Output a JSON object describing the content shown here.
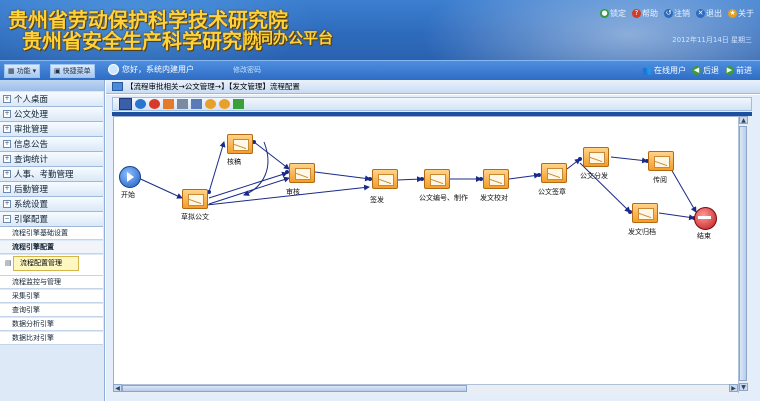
{
  "header": {
    "title_line1": "贵州省劳动保护科学技术研究院",
    "title_line2": "贵州省安全生产科学研究院",
    "subtitle": "协同办公平台",
    "links": [
      {
        "label": "锁定",
        "icon": "lock-icon",
        "color": "#2a9d3a"
      },
      {
        "label": "帮助",
        "icon": "help-icon",
        "color": "#d23a2a"
      },
      {
        "label": "注销",
        "icon": "logout-icon",
        "color": "#2a6ac0"
      },
      {
        "label": "退出",
        "icon": "exit-icon",
        "color": "#2a6ac0"
      },
      {
        "label": "关于",
        "icon": "about-icon",
        "color": "#e0a020"
      }
    ],
    "date": "2012年11月14日  星期三"
  },
  "toolbar": {
    "btn1": "功能",
    "btn2": "快捷菜单",
    "greeting": "您好，系统内建用户",
    "change_password": "修改密码",
    "nav": [
      {
        "label": "在线用户",
        "icon": "online-users-icon"
      },
      {
        "label": "后退",
        "icon": "back-icon"
      },
      {
        "label": "前进",
        "icon": "forward-icon"
      }
    ]
  },
  "sidebar": {
    "menus": [
      {
        "label": "个人桌面"
      },
      {
        "label": "公文处理"
      },
      {
        "label": "审批管理"
      },
      {
        "label": "信息公告"
      },
      {
        "label": "查询统计"
      },
      {
        "label": "人事、考勤管理"
      },
      {
        "label": "后勤管理"
      },
      {
        "label": "系统设置"
      },
      {
        "label": "引擎配置"
      }
    ],
    "subitems": [
      {
        "label": "流程引擎基础设置"
      },
      {
        "label": "流程引擎配置"
      }
    ],
    "active_item": "流程配置管理",
    "subitems2": [
      {
        "label": "流程监控与管理"
      },
      {
        "label": "采集引擎"
      },
      {
        "label": "查询引擎"
      },
      {
        "label": "数据分析引擎"
      },
      {
        "label": "数据比对引擎"
      }
    ]
  },
  "main": {
    "breadcrumb": "【流程审批相关→公文管理→】【发文管理】流程配置"
  },
  "flow": {
    "start": "开始",
    "end": "结束",
    "nodes": [
      {
        "label": "草拟公文"
      },
      {
        "label": "核稿"
      },
      {
        "label": "审核"
      },
      {
        "label": "签发"
      },
      {
        "label": "公文编号、制作"
      },
      {
        "label": "发文校对"
      },
      {
        "label": "公文签章"
      },
      {
        "label": "公文分发"
      },
      {
        "label": "传阅"
      },
      {
        "label": "发文归档"
      }
    ]
  },
  "colors": {
    "banner": "#2e6bbd",
    "title": "#ffd23a",
    "node": "#f59c2a",
    "line": "#1a2a8a",
    "start": "#2a6ad0",
    "end": "#d02a2a"
  }
}
